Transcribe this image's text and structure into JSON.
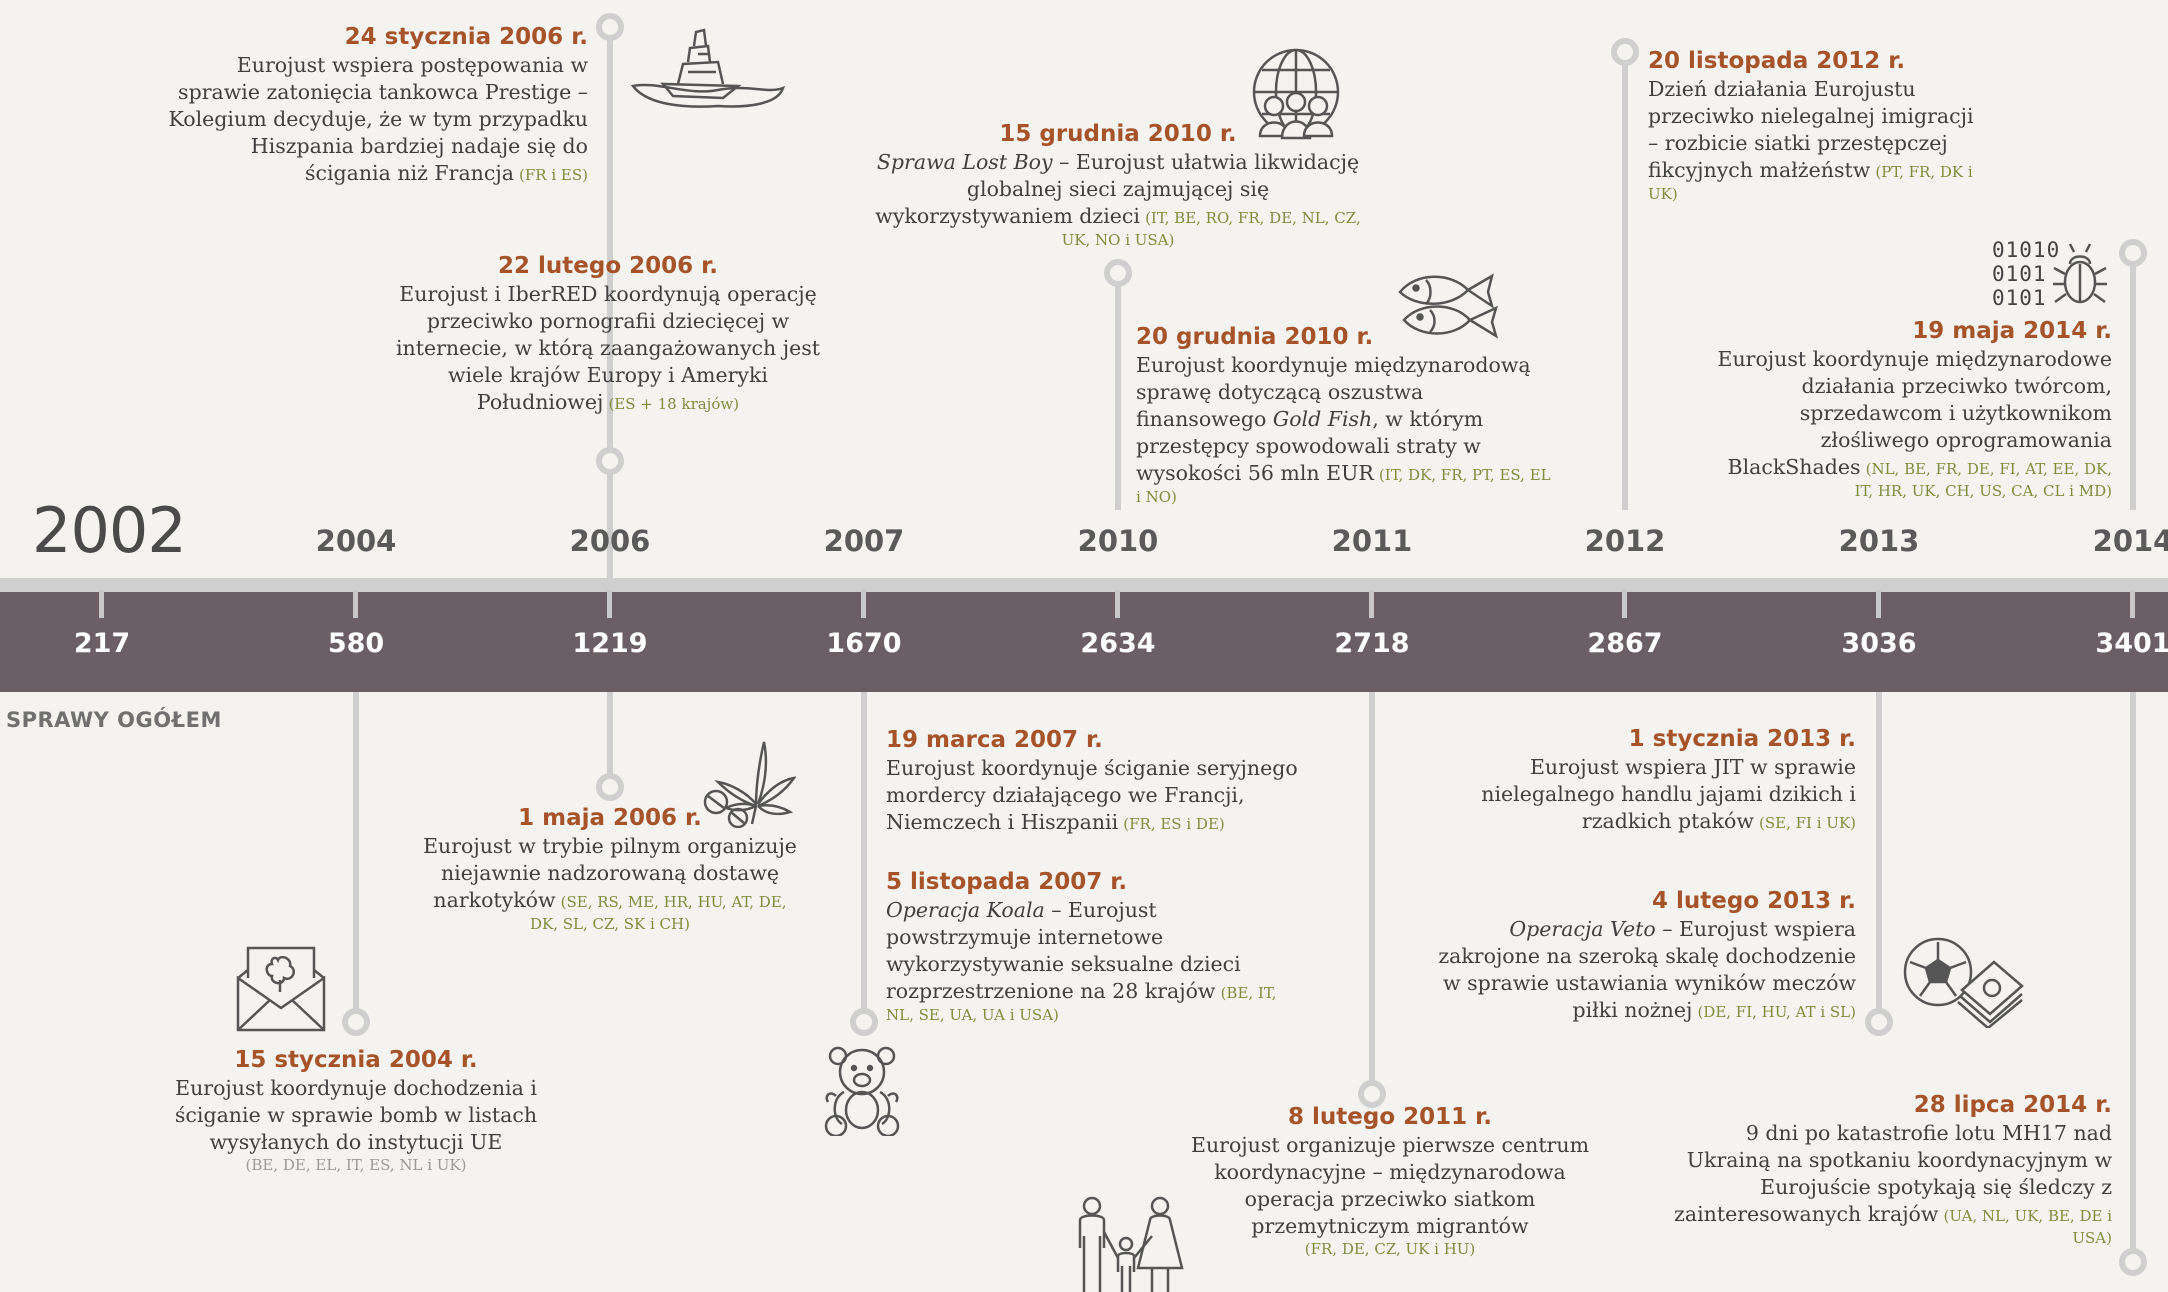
{
  "timeline": {
    "start_year": "2002",
    "years": [
      "2004",
      "2006",
      "2007",
      "2010",
      "2011",
      "2012",
      "2013",
      "2014"
    ],
    "counts": [
      "217",
      "580",
      "1219",
      "1670",
      "2634",
      "2718",
      "2867",
      "3036",
      "3401"
    ],
    "total_label": "SPRAWY OGÓŁEM"
  },
  "events": [
    {
      "date": "24 stycznia 2006 r.",
      "text": "Eurojust wspiera postępowania w sprawie zatonięcia tankowca Prestige – Kolegium decyduje, że w tym przypadku Hiszpania bardziej nadaje się do ścigania niż Francja",
      "countries": "(FR i ES)"
    },
    {
      "date": "22 lutego 2006 r.",
      "text": "Eurojust i IberRED koordynują operację przeciwko pornografii dziecięcej w internecie, w którą zaangażowanych jest wiele krajów Europy i Ameryki Południowej",
      "countries": "(ES + 18 krajów)"
    },
    {
      "date": "15 grudnia 2010 r.",
      "text_em": "Sprawa Lost Boy",
      "text": " – Eurojust ułatwia likwidację globalnej sieci zajmującej się wykorzystywaniem dzieci",
      "countries": "(IT, BE, RO, FR, DE, NL, CZ, UK, NO i USA)"
    },
    {
      "date": "20 grudnia 2010 r.",
      "text": "Eurojust koordynuje międzynarodową sprawę dotyczącą oszustwa finansowego ",
      "text_em": "Gold Fish",
      "text2": ", w którym przestępcy spowodowali straty w wysokości 56 mln EUR",
      "countries": "(IT, DK, FR, PT, ES, EL i NO)"
    },
    {
      "date": "20 listopada 2012 r.",
      "text": "Dzień działania Eurojustu przeciwko nielegalnej imigracji – rozbicie siatki przestępczej fikcyjnych małżeństw",
      "countries": "(PT, FR, DK i UK)"
    },
    {
      "date": "19 maja 2014 r.",
      "text": "Eurojust koordynuje międzynarodowe działania przeciwko twórcom, sprzedawcom i użytkownikom złośliwego oprogramowania BlackShades",
      "countries": "(NL, BE, FR, DE, FI, AT, EE, DK, IT, HR, UK, CH, US, CA, CL i MD)"
    },
    {
      "date": "15 stycznia 2004 r.",
      "text": "Eurojust koordynuje dochodzenia i ściganie w sprawie bomb w listach wysyłanych do instytucji UE",
      "countries": "(BE, DE, EL, IT, ES, NL i UK)"
    },
    {
      "date": "1 maja 2006 r.",
      "text": "Eurojust w trybie pilnym organizuje niejawnie nadzorowaną dostawę narkotyków",
      "countries": "(SE, RS, ME, HR, HU, AT, DE, DK, SL, CZ, SK i CH)"
    },
    {
      "date": "19 marca 2007 r.",
      "text": "Eurojust koordynuje ściganie seryjnego mordercy działającego we Francji, Niemczech i Hiszpanii",
      "countries": "(FR, ES i DE)"
    },
    {
      "date": "5 listopada 2007 r.",
      "text_em": "Operacja Koala",
      "text": " – Eurojust powstrzymuje internetowe wykorzystywanie seksualne dzieci rozprzestrzenione na 28 krajów",
      "countries": "(BE, IT, NL, SE, UA, UA i USA)"
    },
    {
      "date": "8 lutego 2011 r.",
      "text": "Eurojust organizuje pierwsze centrum koordynacyjne – międzynarodowa operacja przeciwko siatkom przemytniczym migrantów",
      "countries": "(FR, DE, CZ, UK i HU)"
    },
    {
      "date": "1 stycznia 2013 r.",
      "text": "Eurojust wspiera JIT w sprawie nielegalnego handlu jajami dzikich i rzadkich ptaków",
      "countries": "(SE, FI i UK)"
    },
    {
      "date": "4 lutego 2013 r.",
      "text_em": "Operacja Veto",
      "text": " – Eurojust wspiera zakrojone na szeroką skalę dochodzenie w sprawie ustawiania wyników meczów piłki nożnej",
      "countries": "(DE, FI, HU, AT i SL)"
    },
    {
      "date": "28 lipca 2014 r.",
      "text": "9 dni po katastrofie lotu MH17 nad Ukrainą na spotkaniu koordynacyjnym w Eurojuście spotykają się śledczy z zainteresowanych krajów",
      "countries": "(UA, NL, UK, BE, DE i USA)"
    }
  ],
  "icons": {
    "binary_rows": [
      "01010",
      "0101",
      "0101"
    ]
  }
}
